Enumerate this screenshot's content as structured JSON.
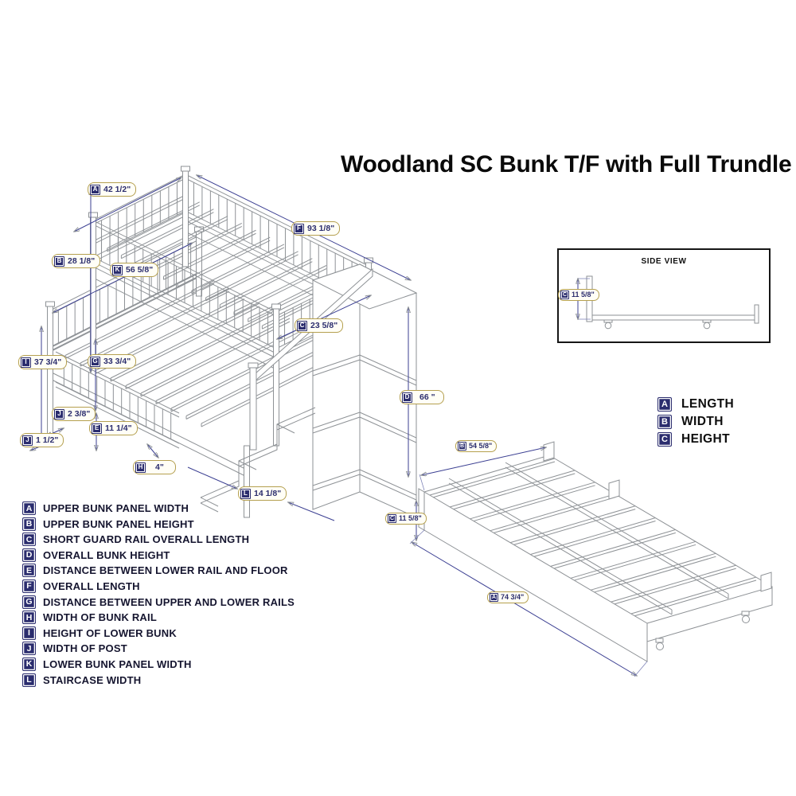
{
  "title": "Woodland SC Bunk T/F with Full Trundle",
  "side_view": {
    "title": "SIDE VIEW",
    "dim": {
      "letter": "C",
      "value": "11 5/8\""
    }
  },
  "dims": {
    "bunk": [
      {
        "letter": "A",
        "value": "42 1/2\""
      },
      {
        "letter": "F",
        "value": "93 1/8\""
      },
      {
        "letter": "B",
        "value": "28 1/8\""
      },
      {
        "letter": "K",
        "value": "56 5/8\""
      },
      {
        "letter": "C",
        "value": "23 5/8\""
      },
      {
        "letter": "I",
        "value": "37 3/4\""
      },
      {
        "letter": "G",
        "value": "33 3/4\""
      },
      {
        "letter": "J",
        "value": "2 3/8\""
      },
      {
        "letter": "E",
        "value": "11 1/4\""
      },
      {
        "letter": "J",
        "value": "1 1/2\""
      },
      {
        "letter": "H",
        "value": "4\""
      },
      {
        "letter": "D",
        "value": "66 \""
      },
      {
        "letter": "L",
        "value": "14 1/8\""
      }
    ],
    "trundle": [
      {
        "letter": "B",
        "value": "54 5/8\""
      },
      {
        "letter": "C",
        "value": "11 5/8\""
      },
      {
        "letter": "A",
        "value": "74 3/4\""
      }
    ]
  },
  "legend": {
    "items": [
      {
        "letter": "A",
        "label": "UPPER BUNK PANEL WIDTH"
      },
      {
        "letter": "B",
        "label": "UPPER BUNK PANEL HEIGHT"
      },
      {
        "letter": "C",
        "label": "SHORT GUARD RAIL OVERALL LENGTH"
      },
      {
        "letter": "D",
        "label": "OVERALL BUNK HEIGHT"
      },
      {
        "letter": "E",
        "label": "DISTANCE BETWEEN LOWER RAIL AND FLOOR"
      },
      {
        "letter": "F",
        "label": "OVERALL LENGTH"
      },
      {
        "letter": "G",
        "label": "DISTANCE BETWEEN UPPER AND LOWER RAILS"
      },
      {
        "letter": "H",
        "label": "WIDTH OF BUNK RAIL"
      },
      {
        "letter": "I",
        "label": "HEIGHT OF LOWER BUNK"
      },
      {
        "letter": "J",
        "label": "WIDTH OF POST"
      },
      {
        "letter": "K",
        "label": "LOWER BUNK PANEL WIDTH"
      },
      {
        "letter": "L",
        "label": "STAIRCASE WIDTH"
      }
    ]
  },
  "abc_key": {
    "items": [
      {
        "letter": "A",
        "label": "LENGTH"
      },
      {
        "letter": "B",
        "label": "WIDTH"
      },
      {
        "letter": "C",
        "label": "HEIGHT"
      }
    ]
  },
  "colors": {
    "badge_navy": "#2b2d6e",
    "dim_blue": "#3b3f92",
    "pill_border": "#b5a050",
    "line_gray": "#8e9296"
  }
}
